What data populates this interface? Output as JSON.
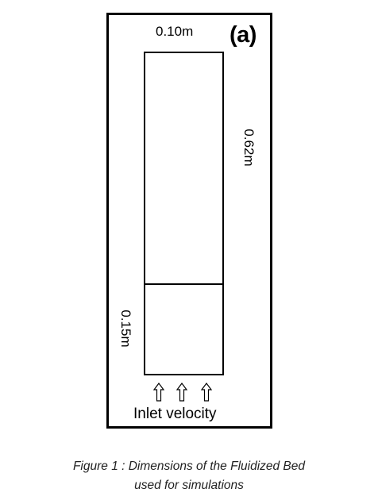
{
  "diagram": {
    "panel_label": "(a)",
    "width_label": "0.10m",
    "height_label": "0.62m",
    "bed_height_label": "0.15m",
    "inlet_label": "Inlet velocity",
    "arrows": [
      {
        "name": "inlet-arrow-1",
        "direction": "up"
      },
      {
        "name": "inlet-arrow-2",
        "direction": "up"
      },
      {
        "name": "inlet-arrow-3",
        "direction": "up"
      }
    ]
  },
  "caption": {
    "line1": "Figure 1 : Dimensions of the Fluidized Bed",
    "line2": "used for simulations"
  },
  "colors": {
    "line": "#000000",
    "caption_text": "#222222",
    "background": "#ffffff"
  }
}
